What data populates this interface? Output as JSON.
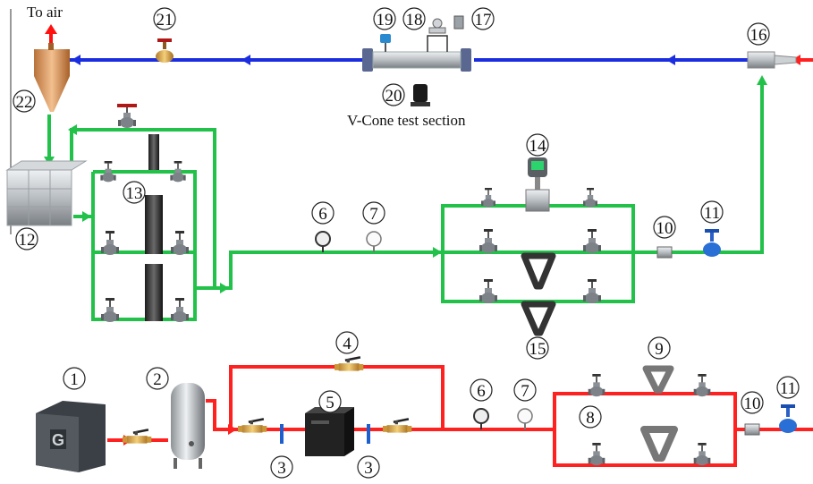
{
  "labels": {
    "to_air": "To air",
    "v_cone_section": "V-Cone test section"
  },
  "numbers": {
    "n1": "1",
    "n2": "2",
    "n3a": "3",
    "n3b": "3",
    "n4": "4",
    "n5": "5",
    "n6_air": "6",
    "n7_air": "7",
    "n8": "8",
    "n9": "9",
    "n10_air": "10",
    "n11_air": "11",
    "n6_water": "6",
    "n7_water": "7",
    "n10_water": "10",
    "n11_water": "11",
    "n12": "12",
    "n13": "13",
    "n14": "14",
    "n15": "15",
    "n16": "16",
    "n17": "17",
    "n18": "18",
    "n19": "19",
    "n20": "20",
    "n21": "21",
    "n22": "22"
  },
  "colors": {
    "air_line": "#ff2020",
    "water_line": "#22c24a",
    "mix_line": "#1a2ee0",
    "arrow_up": "#ff1010"
  },
  "icons": [
    "compressor-icon",
    "air-tank-icon",
    "dryer-icon",
    "ball-valve-icon",
    "globe-valve-icon",
    "pump-icon",
    "water-tank-icon",
    "coriolis-meter-icon",
    "vortex-meter-icon",
    "pressure-gauge-icon",
    "thermometer-icon",
    "filter-icon",
    "v-cone-meter-icon",
    "cyclone-separator-icon",
    "mixer-icon"
  ]
}
